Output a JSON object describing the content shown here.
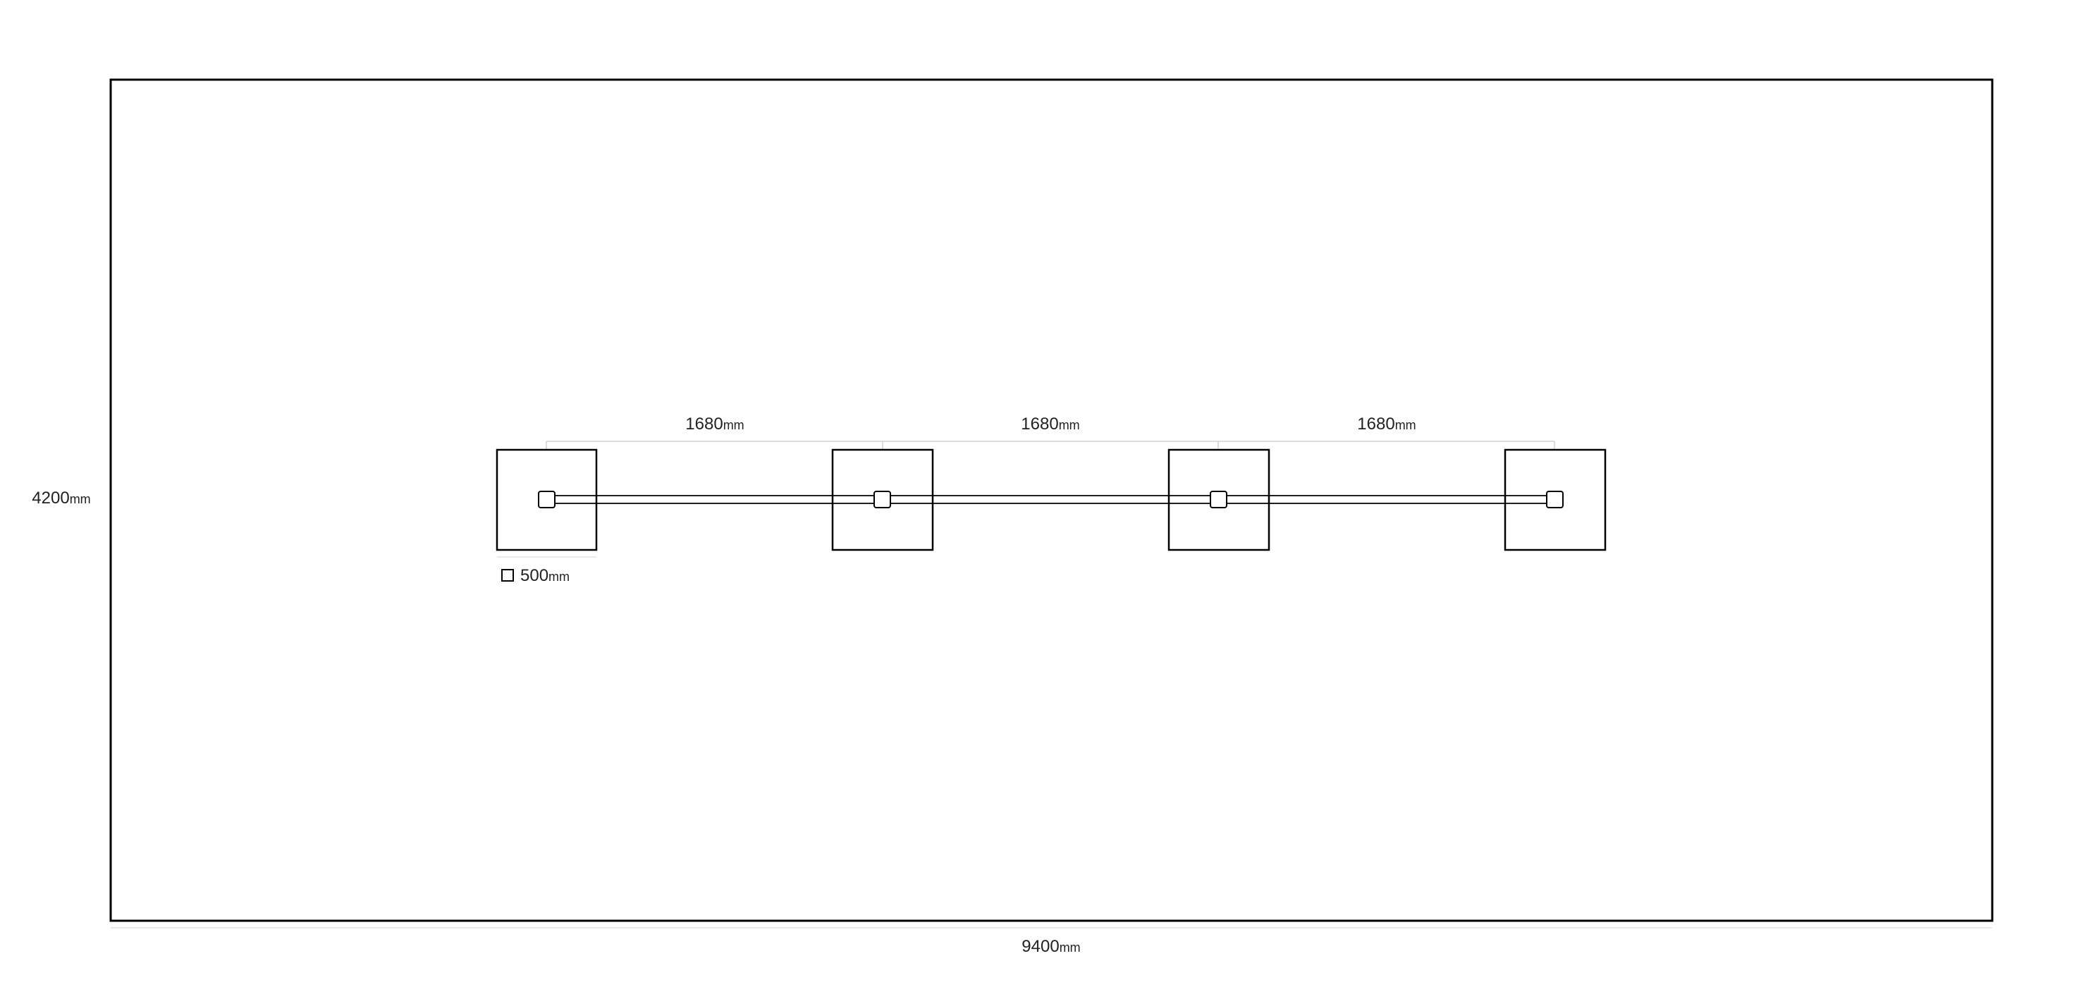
{
  "plan": {
    "width_mm": 9400,
    "depth_mm": 4200,
    "width_label": {
      "value": "9400",
      "unit": "mm"
    },
    "depth_label": {
      "value": "4200",
      "unit": "mm"
    }
  },
  "footing": {
    "size_mm": 500,
    "count": 4,
    "label": {
      "value": "500",
      "unit": "mm"
    }
  },
  "spacings": [
    {
      "value": "1680",
      "unit": "mm"
    },
    {
      "value": "1680",
      "unit": "mm"
    },
    {
      "value": "1680",
      "unit": "mm"
    }
  ],
  "colors": {
    "line": "#000000",
    "dimension_line": "#cccccc",
    "text": "#222222"
  }
}
